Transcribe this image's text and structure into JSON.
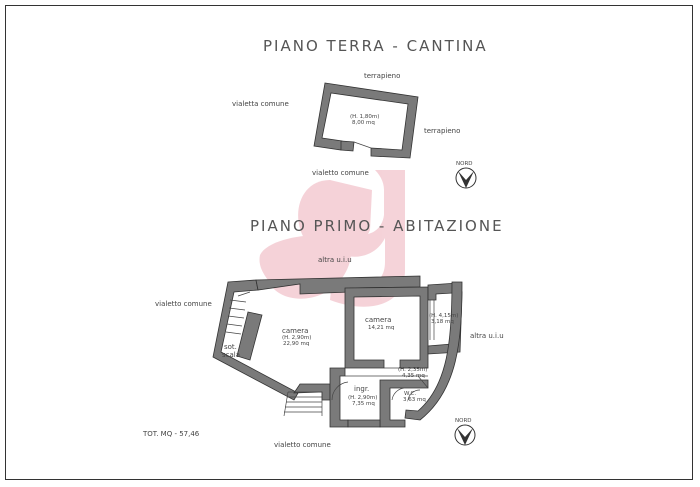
{
  "titles": {
    "ground_floor": "PIANO TERRA - CANTINA",
    "first_floor": "PIANO PRIMO - ABITAZIONE"
  },
  "ground_floor": {
    "label_top": "terrapieno",
    "label_right": "terrapieno",
    "label_left": "vialetta comune",
    "label_bottom": "vialetto comune",
    "room_height": "(H. 1,80m)",
    "room_area": "8,00 mq"
  },
  "first_floor": {
    "label_top": "altra u.i.u",
    "label_right": "altra u.i.u",
    "label_left": "vialetto comune",
    "label_bottom": "vialetto comune",
    "rooms": {
      "camera_left_name": "camera",
      "camera_left_height": "(H. 2,90m)",
      "camera_left_area": "22,90 mq",
      "camera_center_name": "camera",
      "camera_center_area": "14,21 mq",
      "small_room_height": "(H. 4,15m)",
      "small_room_area": "3,18 mq",
      "sot_scala_1": "sot.",
      "sot_scala_2": "scala",
      "corridor_height": "(H. 2,35m)",
      "corridor_area": "4,35 mq",
      "ingr_name": "ingr.",
      "ingr_height": "(H. 2,90m)",
      "ingr_area": "7,35 mq",
      "wc_name": "W.C.",
      "wc_area": "3,63 mq"
    }
  },
  "total": "TOT. MQ - 57,46",
  "north_label": "NORD",
  "watermark": "g",
  "colors": {
    "watermark": "#f2c4cc",
    "wall": "#7a7a7a"
  }
}
